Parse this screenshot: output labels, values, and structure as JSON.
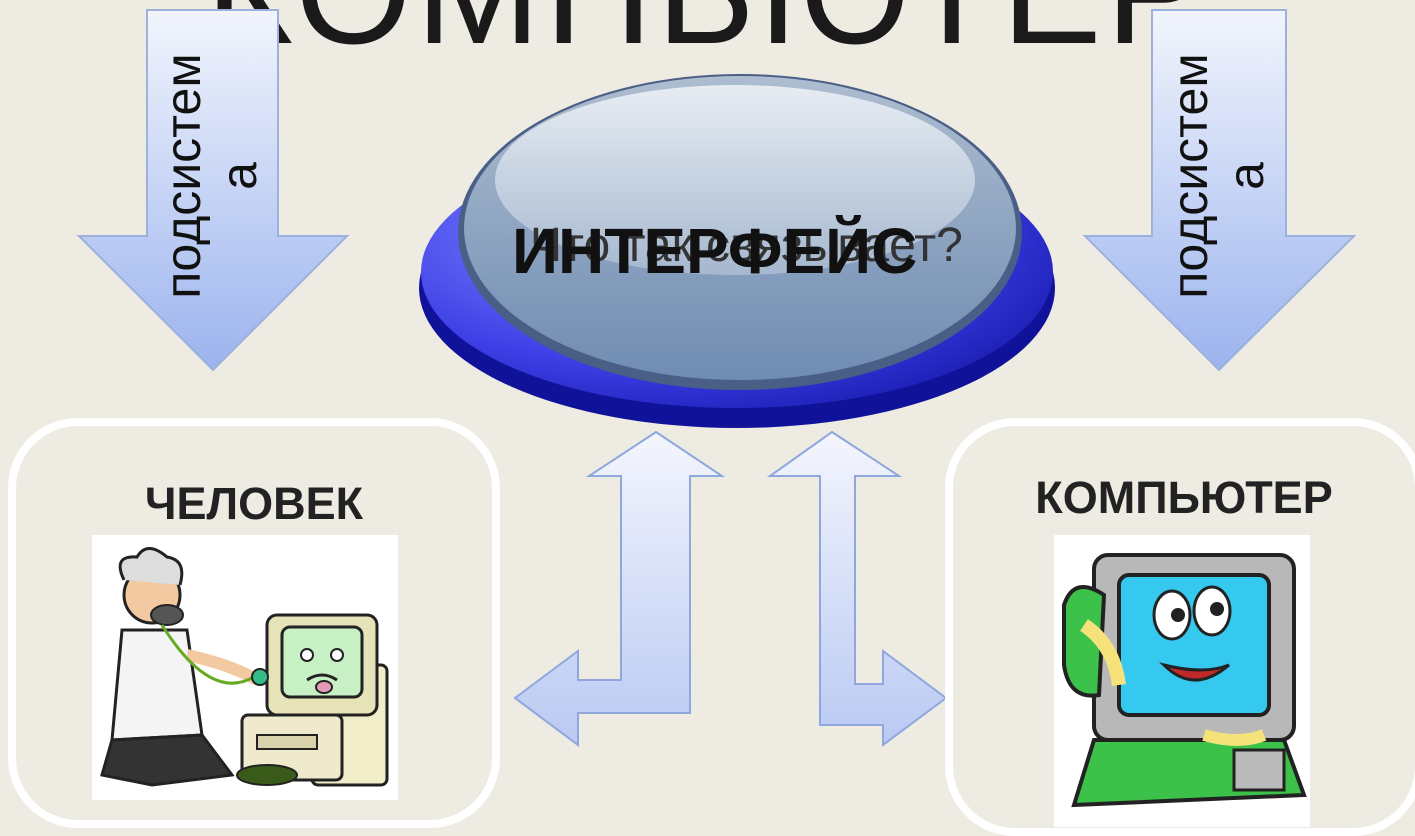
{
  "diagram": {
    "title": "КОМПЬЮТЕР",
    "center_question": "Что так связывает?",
    "center_label": "ИНТЕРФЕЙС",
    "left_arrow_label": [
      "подсистем",
      "а"
    ],
    "right_arrow_label": [
      "подсистем",
      "а"
    ],
    "left_box_title": "ЧЕЛОВЕК",
    "right_box_title": "КОМПЬЮТЕР"
  },
  "colors": {
    "background": "#eeebe3",
    "arrow_fill_top": "#eef2fb",
    "arrow_fill_bottom": "#9fb6ee",
    "disc_blue": "#3b3fe0",
    "lens": "#8fa6c2"
  },
  "images": [
    {
      "name": "person-at-computer-illustration"
    },
    {
      "name": "cartoon-computer-illustration"
    }
  ]
}
